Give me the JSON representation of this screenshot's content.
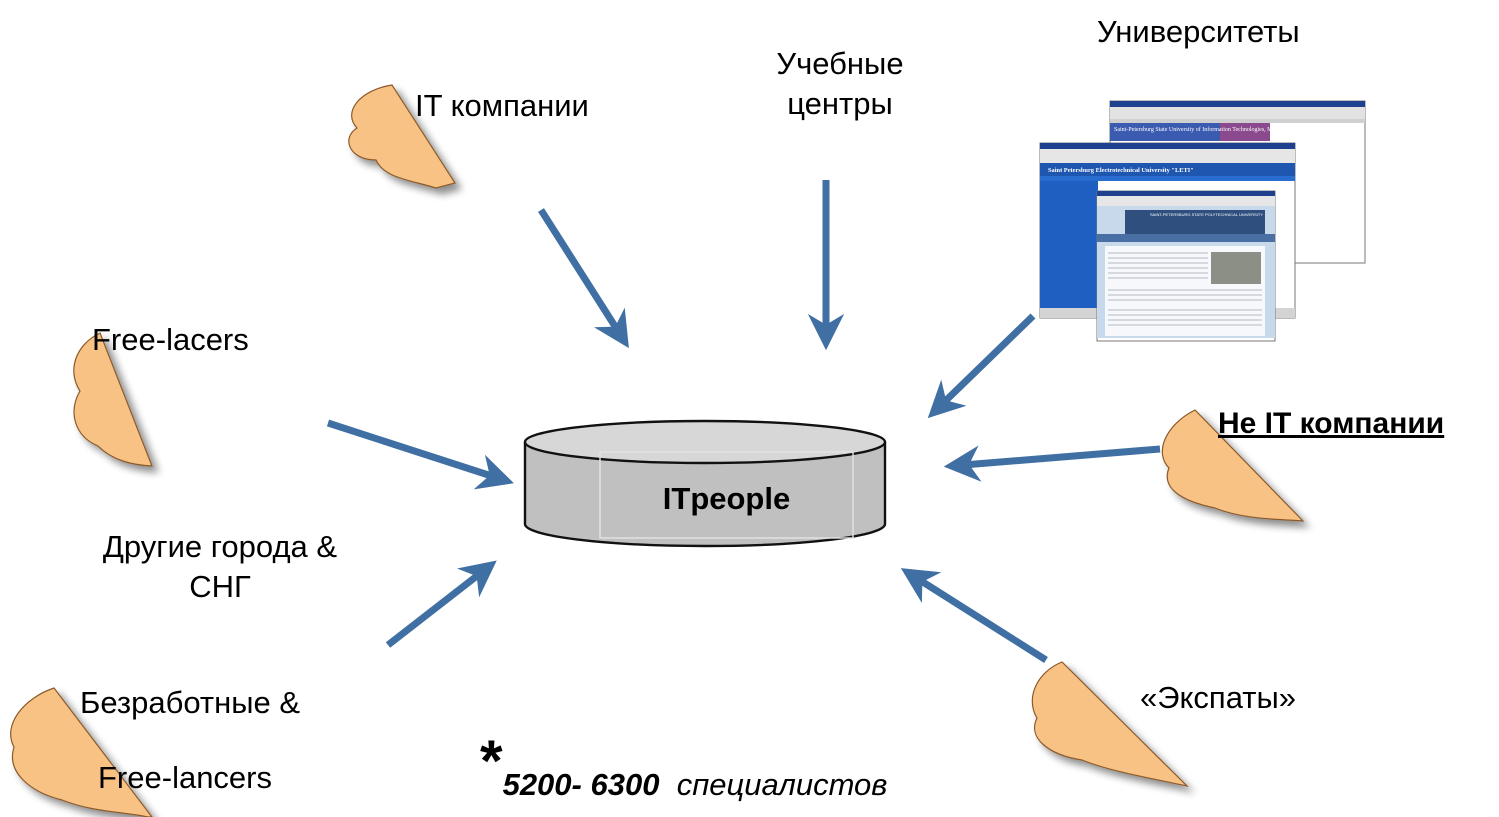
{
  "nodes": {
    "universities": "Университеты",
    "training_centers_line1": "Учебные",
    "training_centers_line2": "центры",
    "it_companies": "IT компании",
    "free_lacers": "Free-lacers",
    "non_it_companies": "Не IT компании",
    "other_cities_line1": "Другие города &",
    "other_cities_line2": "СНГ",
    "unemployed_line1": "Безработные &",
    "unemployed_line2": "Free-lancers",
    "expats": "«Экспаты»"
  },
  "center_db": {
    "label": "ITpeople"
  },
  "footnote": {
    "star": "*",
    "range": "5200- 6300",
    "unit": "специалистов"
  },
  "colors": {
    "arrow": "#3f6fa3",
    "cloud": "#f9c285",
    "cloud_edge": "#8b5a2b",
    "cylinder": "#c0c0c0",
    "cylinder_edge": "#111111"
  },
  "screens": {
    "back_title": "Saint-Petersburg State University of Information Technologies, Mechanics and Optics",
    "mid_title": "Saint Petersburg Electrotechnical University \"LETI\"",
    "front_title": "SAINT-PETERSBURG STATE POLYTECHNICAL UNIVERSITY"
  }
}
